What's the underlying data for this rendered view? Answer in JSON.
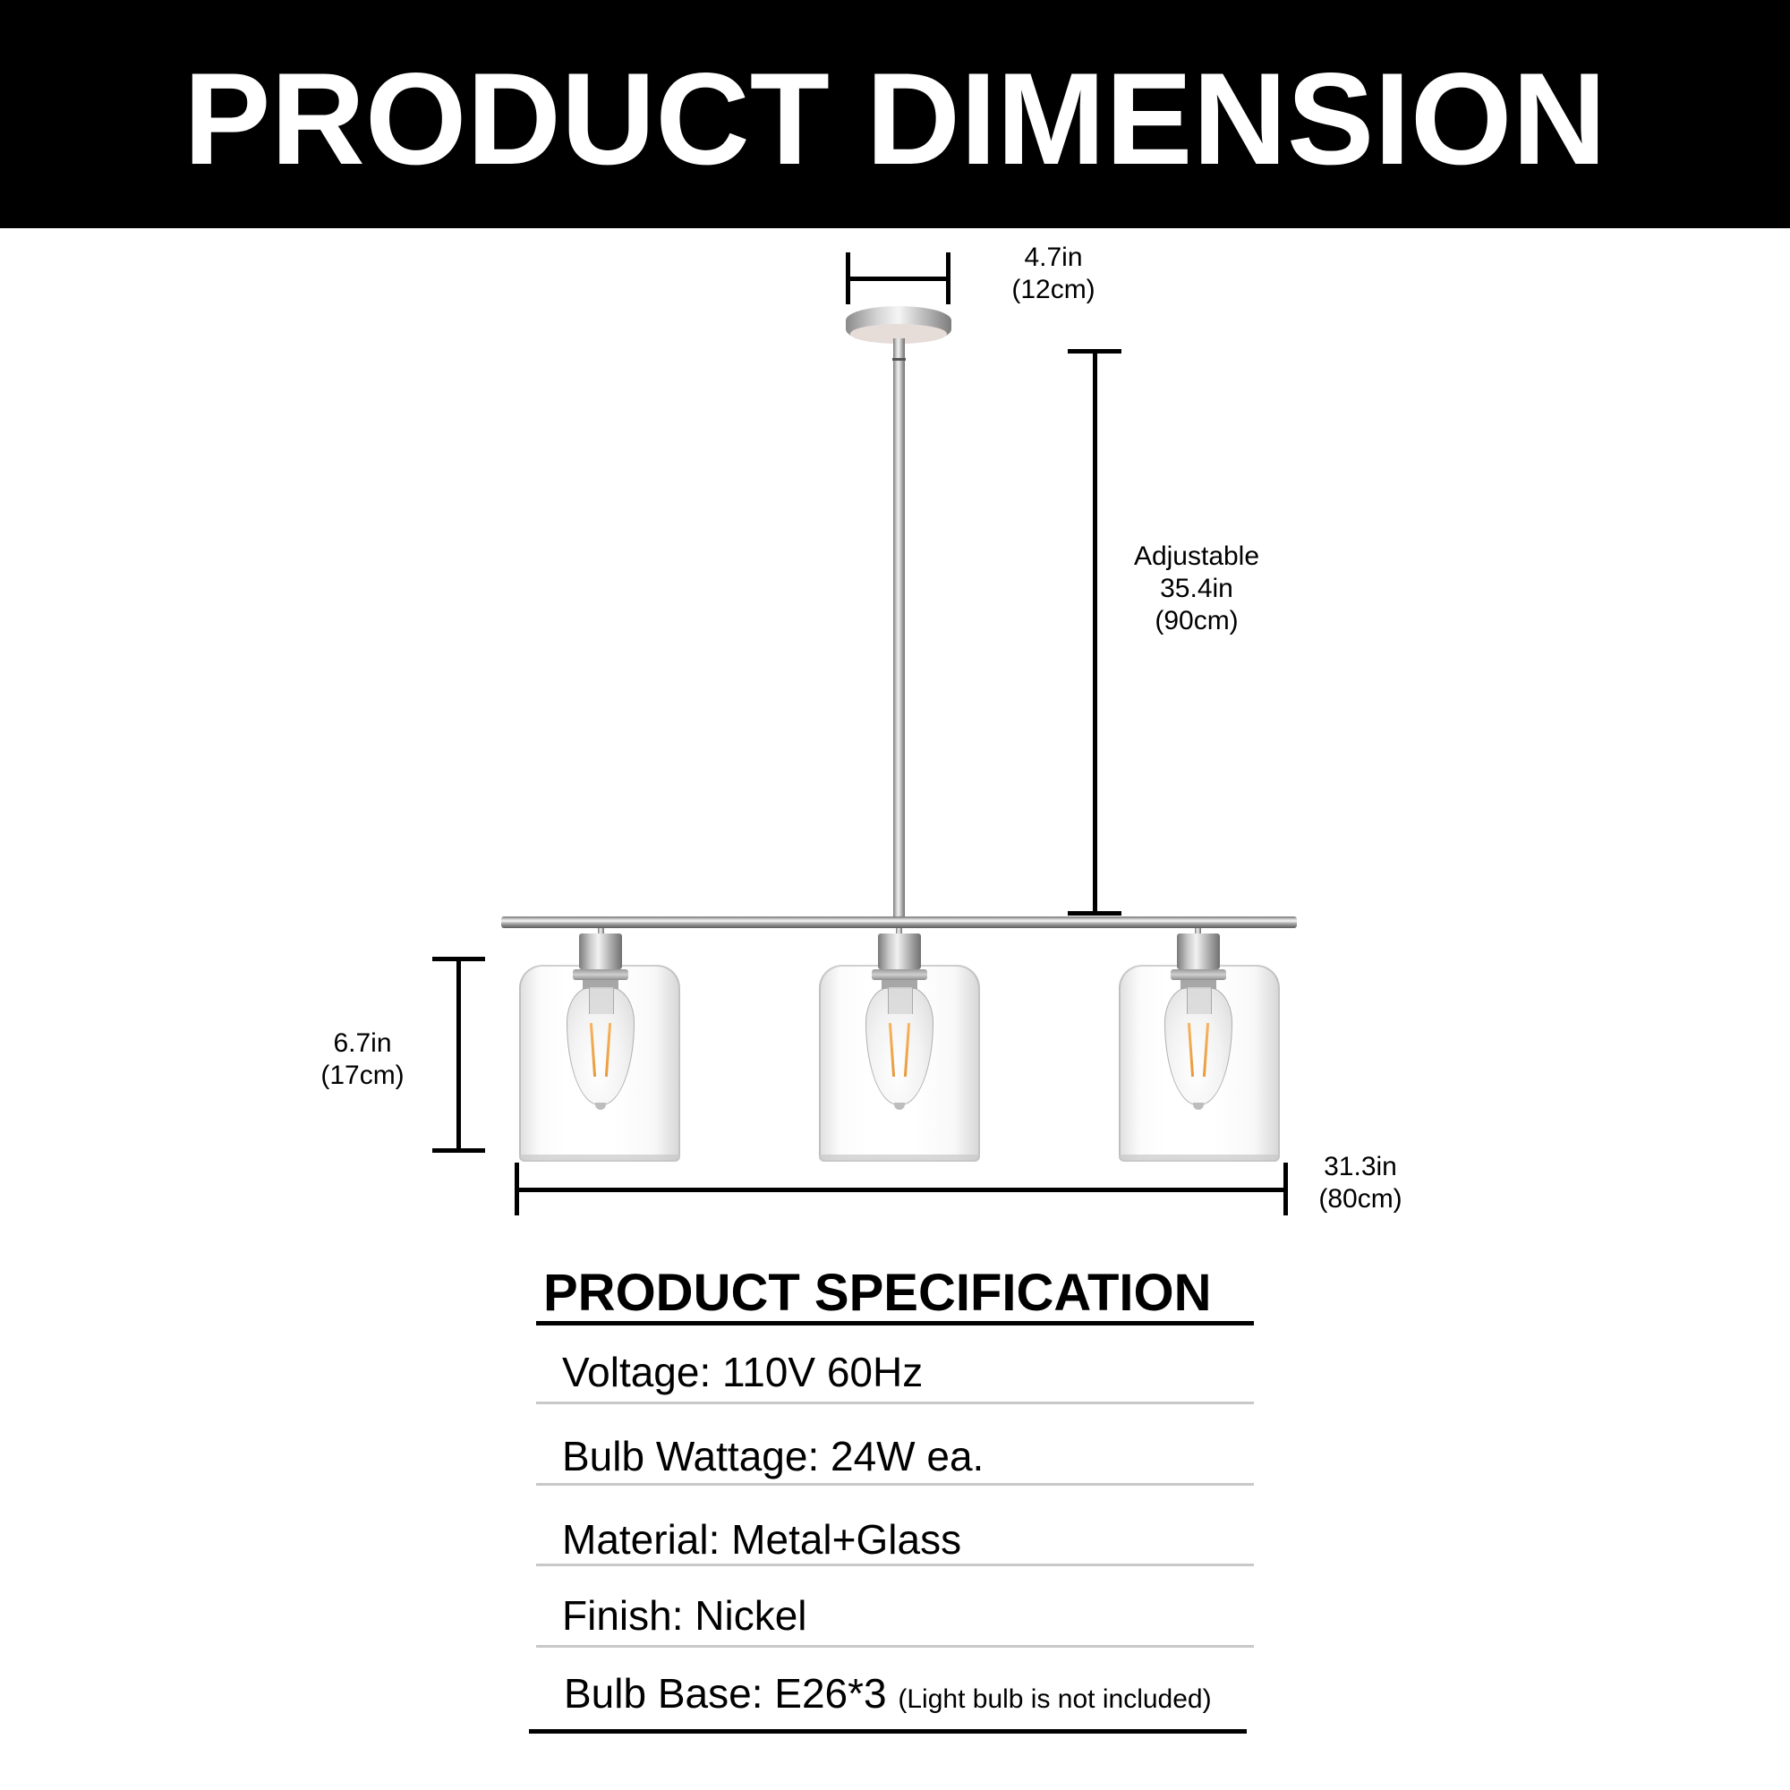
{
  "header": {
    "title": "PRODUCT DIMENSION",
    "background_color": "#000000",
    "text_color": "#ffffff"
  },
  "dimensions": {
    "canopy_width": {
      "imperial": "4.7in",
      "metric": "(12cm)"
    },
    "rod_length": {
      "note": "Adjustable",
      "imperial": "35.4in",
      "metric": "(90cm)"
    },
    "shade_height": {
      "imperial": "6.7in",
      "metric": "(17cm)"
    },
    "total_width": {
      "imperial": "31.3in",
      "metric": "(80cm)"
    }
  },
  "product_illustration": {
    "type": "3-light linear pendant",
    "shade_count": 3,
    "finish_color": "#bfbfbf",
    "filament_color": "#f0a040"
  },
  "specification": {
    "heading": "PRODUCT SPECIFICATION",
    "rows": [
      {
        "label": "Voltage: 110V 60Hz",
        "note": ""
      },
      {
        "label": "Bulb Wattage: 24W ea.",
        "note": ""
      },
      {
        "label": "Material: Metal+Glass",
        "note": ""
      },
      {
        "label": "Finish: Nickel",
        "note": ""
      },
      {
        "label": "Bulb Base: E26*3",
        "note": "(Light bulb is not included)"
      }
    ]
  }
}
